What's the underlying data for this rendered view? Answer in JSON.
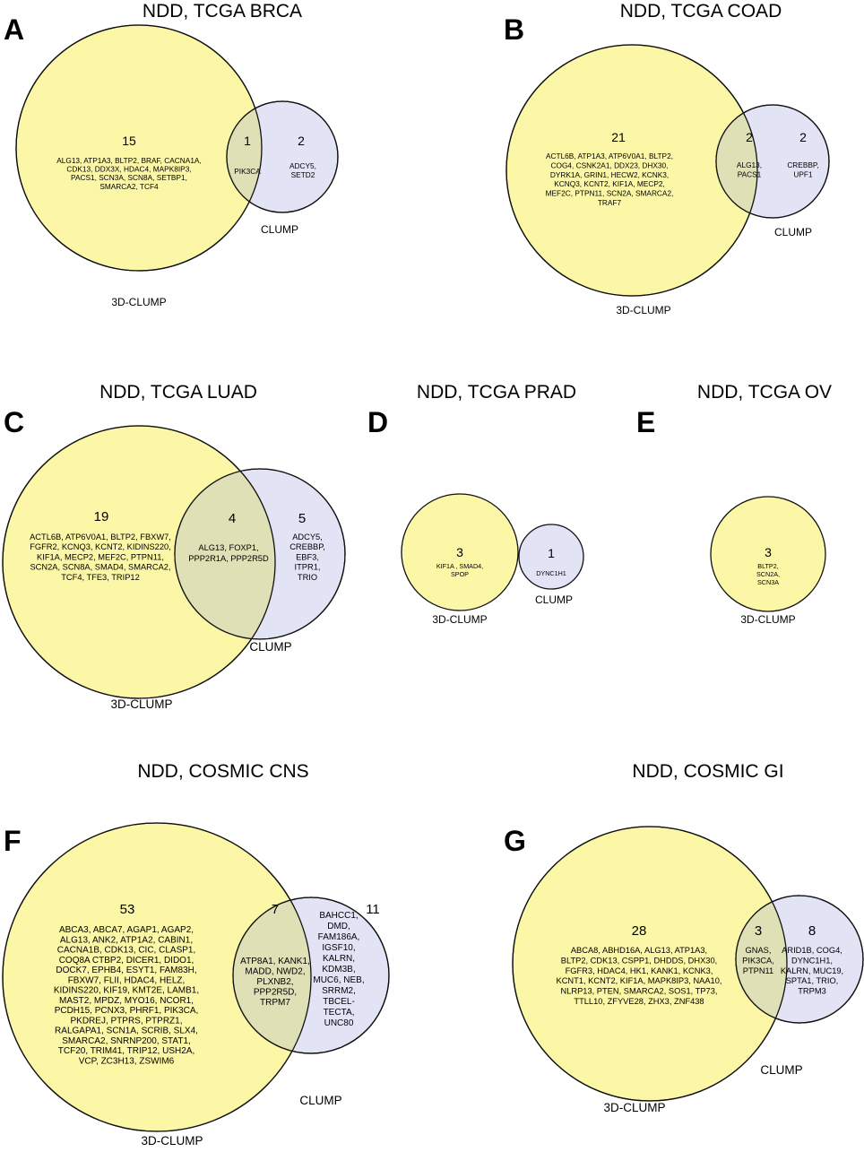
{
  "colors": {
    "yellow_fill": "#fbf7a6",
    "blue_fill": "#e2e4f6",
    "overlap_fill": "#dfe0b6",
    "stroke": "#111111"
  },
  "panels": {
    "A": {
      "letter": "A",
      "title": "NDD, TCGA BRCA",
      "left_label": "3D-CLUMP",
      "right_label": "CLUMP",
      "left_count": "15",
      "overlap_count": "1",
      "right_count": "2",
      "left_genes": [
        "ALG13, ATP1A3, BLTP2, BRAF, CACNA1A,",
        "CDK13, DDX3X, HDAC4, MAPK8IP3,",
        "PACS1, SCN3A, SCN8A, SETBP1,",
        "SMARCA2, TCF4"
      ],
      "overlap_genes": [
        "PIK3CA"
      ],
      "right_genes": [
        "ADCY5,",
        "SETD2"
      ]
    },
    "B": {
      "letter": "B",
      "title": "NDD, TCGA COAD",
      "left_label": "3D-CLUMP",
      "right_label": "CLUMP",
      "left_count": "21",
      "overlap_count": "2",
      "right_count": "2",
      "left_genes": [
        "ACTL6B, ATP1A3, ATP6V0A1, BLTP2,",
        "COG4, CSNK2A1, DDX23, DHX30,",
        "DYRK1A, GRIN1, HECW2, KCNK3,",
        "KCNQ3, KCNT2, KIF1A, MECP2,",
        "MEF2C, PTPN11, SCN2A, SMARCA2,",
        "TRAF7"
      ],
      "overlap_genes": [
        "ALG13,",
        "PACS1"
      ],
      "right_genes": [
        "CREBBP,",
        "UPF1"
      ]
    },
    "C": {
      "letter": "C",
      "title": "NDD, TCGA LUAD",
      "left_label": "3D-CLUMP",
      "right_label": "CLUMP",
      "left_count": "19",
      "overlap_count": "4",
      "right_count": "5",
      "left_genes": [
        "ACTL6B, ATP6V0A1, BLTP2, FBXW7,",
        "FGFR2, KCNQ3, KCNT2, KIDINS220,",
        "KIF1A, MECP2, MEF2C, PTPN11,",
        "SCN2A, SCN8A, SMAD4, SMARCA2,",
        "TCF4, TFE3, TRIP12"
      ],
      "overlap_genes": [
        "ALG13, FOXP1,",
        "PPP2R1A, PPP2R5D"
      ],
      "right_genes": [
        "ADCY5,",
        "CREBBP,",
        "EBF3,",
        "ITPR1,",
        "TRIO"
      ]
    },
    "D": {
      "letter": "D",
      "title": "NDD, TCGA PRAD",
      "left_label": "3D-CLUMP",
      "right_label": "CLUMP",
      "left_count": "3",
      "right_count": "1",
      "left_genes": [
        "KIF1A , SMAD4,",
        "SPOP"
      ],
      "right_genes": [
        "DYNC1H1"
      ]
    },
    "E": {
      "letter": "E",
      "title": "NDD, TCGA OV",
      "left_label": "3D-CLUMP",
      "left_count": "3",
      "left_genes": [
        "BLTP2,",
        "SCN2A,",
        "SCN3A"
      ]
    },
    "F": {
      "letter": "F",
      "title": "NDD, COSMIC CNS",
      "left_label": "3D-CLUMP",
      "right_label": "CLUMP",
      "left_count": "53",
      "overlap_count": "7",
      "right_count": "11",
      "left_genes": [
        "ABCA3, ABCA7, AGAP1, AGAP2,",
        "ALG13, ANK2, ATP1A2, CABIN1,",
        "CACNA1B, CDK13, CIC, CLASP1,",
        "COQ8A CTBP2, DICER1, DIDO1,",
        "DOCK7, EPHB4, ESYT1, FAM83H,",
        "FBXW7, FLII, HDAC4, HELZ,",
        "KIDINS220, KIF19, KMT2E, LAMB1,",
        "MAST2, MPDZ, MYO16, NCOR1,",
        "PCDH15, PCNX3, PHRF1, PIK3CA,",
        "PKDREJ, PTPRS, PTPRZ1,",
        "RALGAPA1, SCN1A, SCRIB, SLX4,",
        "SMARCA2, SNRNP200, STAT1,",
        "TCF20, TRIM41, TRIP12, USH2A,",
        "VCP, ZC3H13, ZSWIM6"
      ],
      "overlap_genes": [
        "ATP8A1, KANK1,",
        "MADD, NWD2,",
        "PLXNB2,",
        "PPP2R5D,",
        "TRPM7"
      ],
      "right_genes": [
        "BAHCC1,",
        "DMD,",
        "FAM186A,",
        "IGSF10,",
        "KALRN,",
        "KDM3B,",
        "MUC6, NEB,",
        "SRRM2,",
        "TBCEL-",
        "TECTA,",
        "UNC80"
      ]
    },
    "G": {
      "letter": "G",
      "title": "NDD, COSMIC GI",
      "left_label": "3D-CLUMP",
      "right_label": "CLUMP",
      "left_count": "28",
      "overlap_count": "3",
      "right_count": "8",
      "left_genes": [
        "ABCA8, ABHD16A, ALG13, ATP1A3,",
        "BLTP2, CDK13, CSPP1, DHDDS, DHX30,",
        "FGFR3, HDAC4, HK1, KANK1, KCNK3,",
        "KCNT1, KCNT2, KIF1A, MAPK8IP3, NAA10,",
        "NLRP13, PTEN, SMARCA2, SOS1, TP73,",
        "TTLL10, ZFYVE28, ZHX3, ZNF438"
      ],
      "overlap_genes": [
        "GNAS,",
        "PIK3CA,",
        "PTPN11"
      ],
      "right_genes": [
        "ARID1B, COG4,",
        "DYNC1H1,",
        "KALRN, MUC19,",
        "SPTA1, TRIO,",
        "TRPM3"
      ]
    }
  }
}
